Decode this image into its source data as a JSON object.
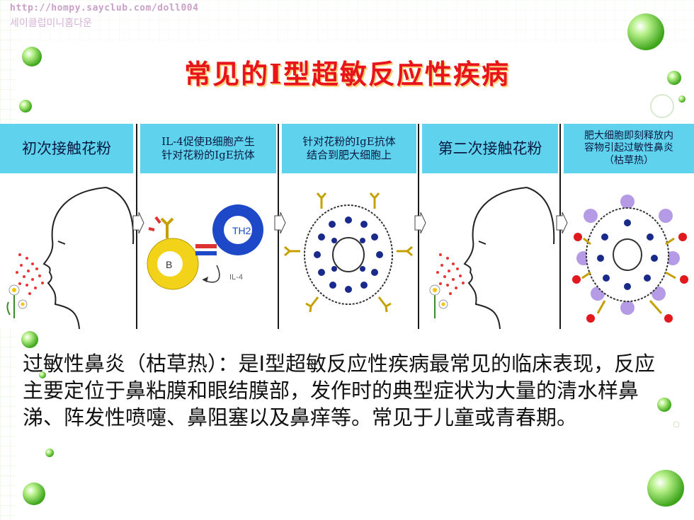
{
  "header": {
    "url": "http://hompy.sayclub.com/doll004",
    "subtitle": "세이클럽미니홈다운"
  },
  "title": "常见的Ⅰ型超敏反应性疾病",
  "panels": [
    {
      "label": "初次接触花粉"
    },
    {
      "label": "IL-4促使B细胞产生\n针对花粉的IgE抗体"
    },
    {
      "label": "针对花粉的IgE抗体\n结合到肥大细胞上"
    },
    {
      "label": "第二次接触花粉"
    },
    {
      "label": "肥大细胞即刻释放内\n容物引起过敏性鼻炎\n（枯草热）"
    }
  ],
  "diagram_labels": {
    "th2": "TH2",
    "b_cell": "B",
    "il4": "IL-4"
  },
  "description": "过敏性鼻炎（枯草热）：是I型超敏反应性疾病最常见的临床表现，反应主要定位于鼻粘膜和眼结膜部，发作时的典型症状为大量的清水样鼻涕、阵发性喷嚏、鼻阻塞以及鼻痒等。常见于儿童或青春期。",
  "colors": {
    "title": "#e8141c",
    "label_bg": "#5fd2ee",
    "bubble": "#6cc63a"
  }
}
